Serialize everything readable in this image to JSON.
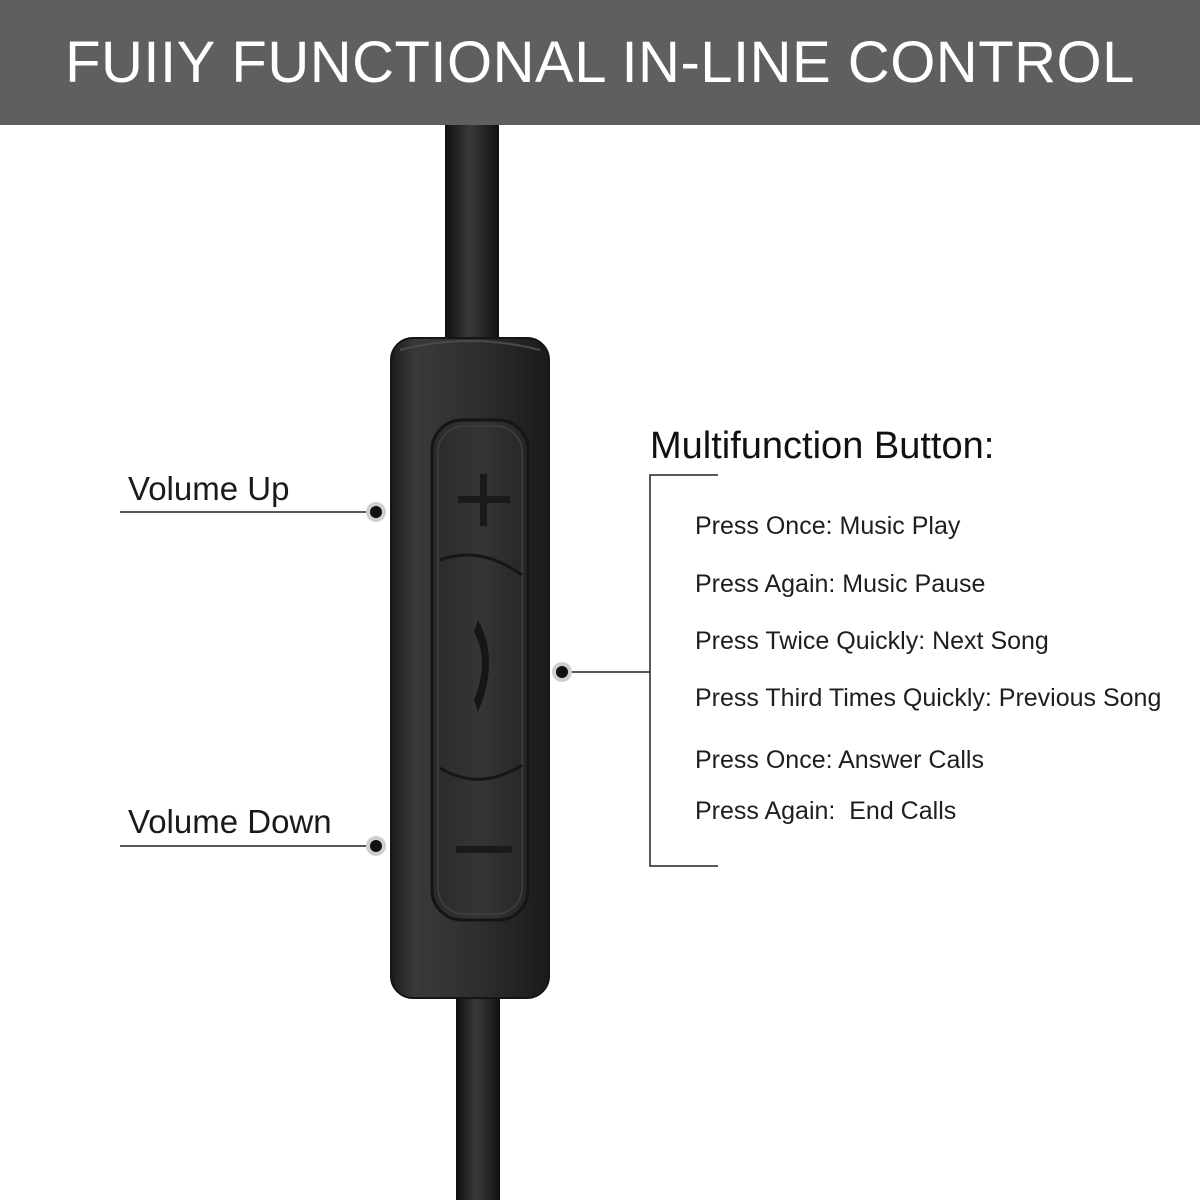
{
  "header": {
    "title": "FUIIY FUNCTIONAL IN-LINE CONTROL",
    "background": "#5f5f5f"
  },
  "callouts": {
    "volume_up": "Volume Up",
    "volume_down": "Volume Down"
  },
  "multifunction": {
    "title": "Multifunction Button:",
    "items": [
      "Press Once: Music Play",
      "Press Again: Music Pause",
      "Press Twice Quickly: Next Song",
      "Press Third Times Quickly: Previous Song",
      "Press Once: Answer Calls",
      "Press Again:  End Calls"
    ]
  },
  "remote": {
    "buttons": [
      "plus-icon",
      "phone-icon",
      "minus-icon"
    ],
    "body_color": "#2f2f2f",
    "cable_color": "#1f1f1f"
  }
}
